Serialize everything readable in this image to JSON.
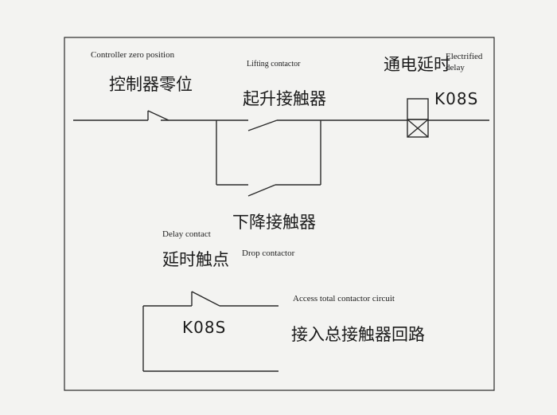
{
  "labels": {
    "controller_zero_en": "Controller zero position",
    "controller_zero_zh": "控制器零位",
    "lifting_contactor_en": "Lifting contactor",
    "lifting_contactor_zh": "起升接触器",
    "electrified_delay_zh": "通电延时",
    "electrified_en_1": "Electrified",
    "electrified_en_2": "delay",
    "relay_code_top": "K08S",
    "drop_contactor_zh": "下降接触器",
    "drop_contactor_en": "Drop contactor",
    "delay_contact_en": "Delay contact",
    "delay_contact_zh": "延时触点",
    "relay_code_bottom": "K08S",
    "access_circuit_en": "Access total contactor circuit",
    "access_circuit_zh": "接入总接触器回路"
  },
  "colors": {
    "background": "#f3f3f1",
    "line": "#2a2a2a",
    "text": "#1a1a1a"
  }
}
